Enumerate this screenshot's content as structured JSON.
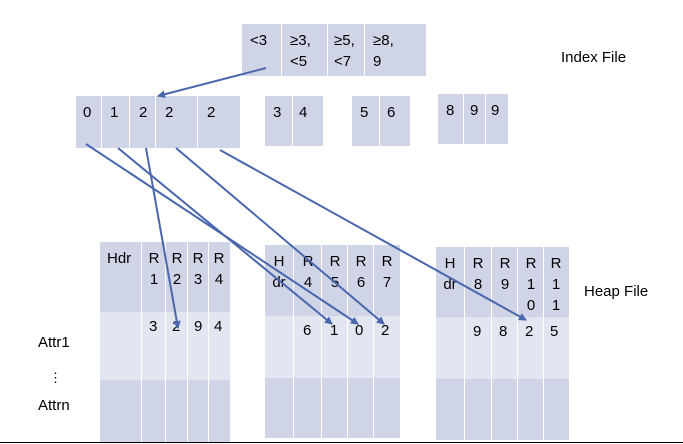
{
  "labels": {
    "index_file": "Index File",
    "heap_file": "Heap File",
    "attr1": "Attr1",
    "dots": "⋮",
    "attrn": "Attrn"
  },
  "index_root": [
    "<3",
    "≥3,\n<5",
    "≥5,\n<7",
    "≥8,\n9"
  ],
  "leaf1": [
    "0",
    "1",
    "2",
    "2",
    "2"
  ],
  "leaf2": [
    "3",
    "4"
  ],
  "leaf3": [
    "5",
    "6"
  ],
  "leaf4": [
    "8",
    "9",
    "9"
  ],
  "page1": {
    "header": [
      "Hdr",
      "R1",
      "R2",
      "R3",
      "R4"
    ],
    "values": [
      "",
      "3",
      "2",
      "9",
      "4"
    ]
  },
  "page2": {
    "header": [
      "Hdr",
      "R4",
      "R5",
      "R6",
      "R7"
    ],
    "values": [
      "",
      "6",
      "1",
      "0",
      "2"
    ]
  },
  "page3": {
    "header": [
      "Hdr",
      "R8",
      "R9",
      "R10",
      "R11"
    ],
    "values": [
      "",
      "9",
      "8",
      "2",
      "5"
    ]
  },
  "colors": {
    "cell": "#cfd5e6",
    "light": "#e2e6f1",
    "arrow": "#4a66ac"
  }
}
